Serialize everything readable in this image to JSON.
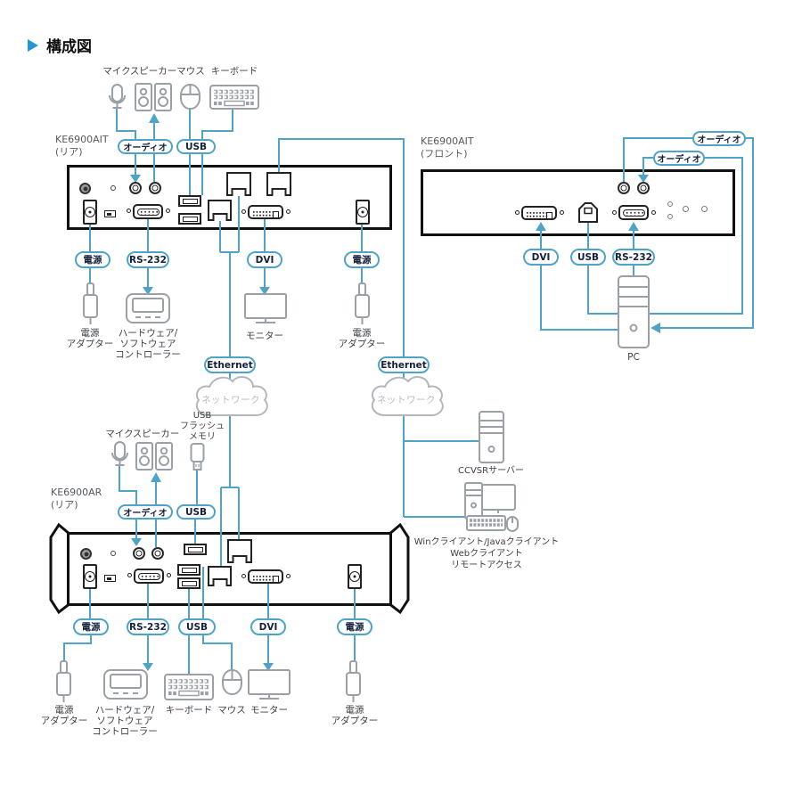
{
  "title": {
    "text": "構成図"
  },
  "colors": {
    "line": "#4FA3C8",
    "pill_border": "#4FA3C8",
    "pill_text": "#15213C",
    "title_accent": "#2596D1",
    "device_outline": "#111111",
    "port_outline": "#222222",
    "peripheral_gray": "#9AA0A6",
    "cloud_gray": "#B3B6BA",
    "label_text": "#3A3F44"
  },
  "devices": {
    "tx_rear": {
      "name": "KE6900AIT",
      "view": "(リア)"
    },
    "tx_front": {
      "name": "KE6900AIT",
      "view": "(フロント)"
    },
    "rx_rear": {
      "name": "KE6900AR",
      "view": "(リア)"
    }
  },
  "pills": {
    "audio": "オーディオ",
    "usb": "USB",
    "power": "電源",
    "rs232": "RS-232",
    "dvi": "DVI",
    "ethernet": "Ethernet"
  },
  "peripherals": {
    "mic": "マイク",
    "speaker": "スピーカー",
    "mouse": "マウス",
    "keyboard": "キーボード",
    "monitor": "モニター",
    "power_adapter": {
      "line1": "電源",
      "line2": "アダプター"
    },
    "controller": {
      "line1": "ハードウェア/",
      "line2": "ソフトウェア",
      "line3": "コントローラー"
    },
    "usb_flash": {
      "line1": "USB",
      "line2": "フラッシュ",
      "line3": "メモリ"
    }
  },
  "network": {
    "cloud": "ネットワーク"
  },
  "endpoints": {
    "pc": "PC",
    "ccvsr": "CCVSRサーバー",
    "clients": {
      "line1": "Winクライアント/Javaクライアント",
      "line2": "Webクライアント",
      "line3": "リモートアクセス"
    }
  }
}
